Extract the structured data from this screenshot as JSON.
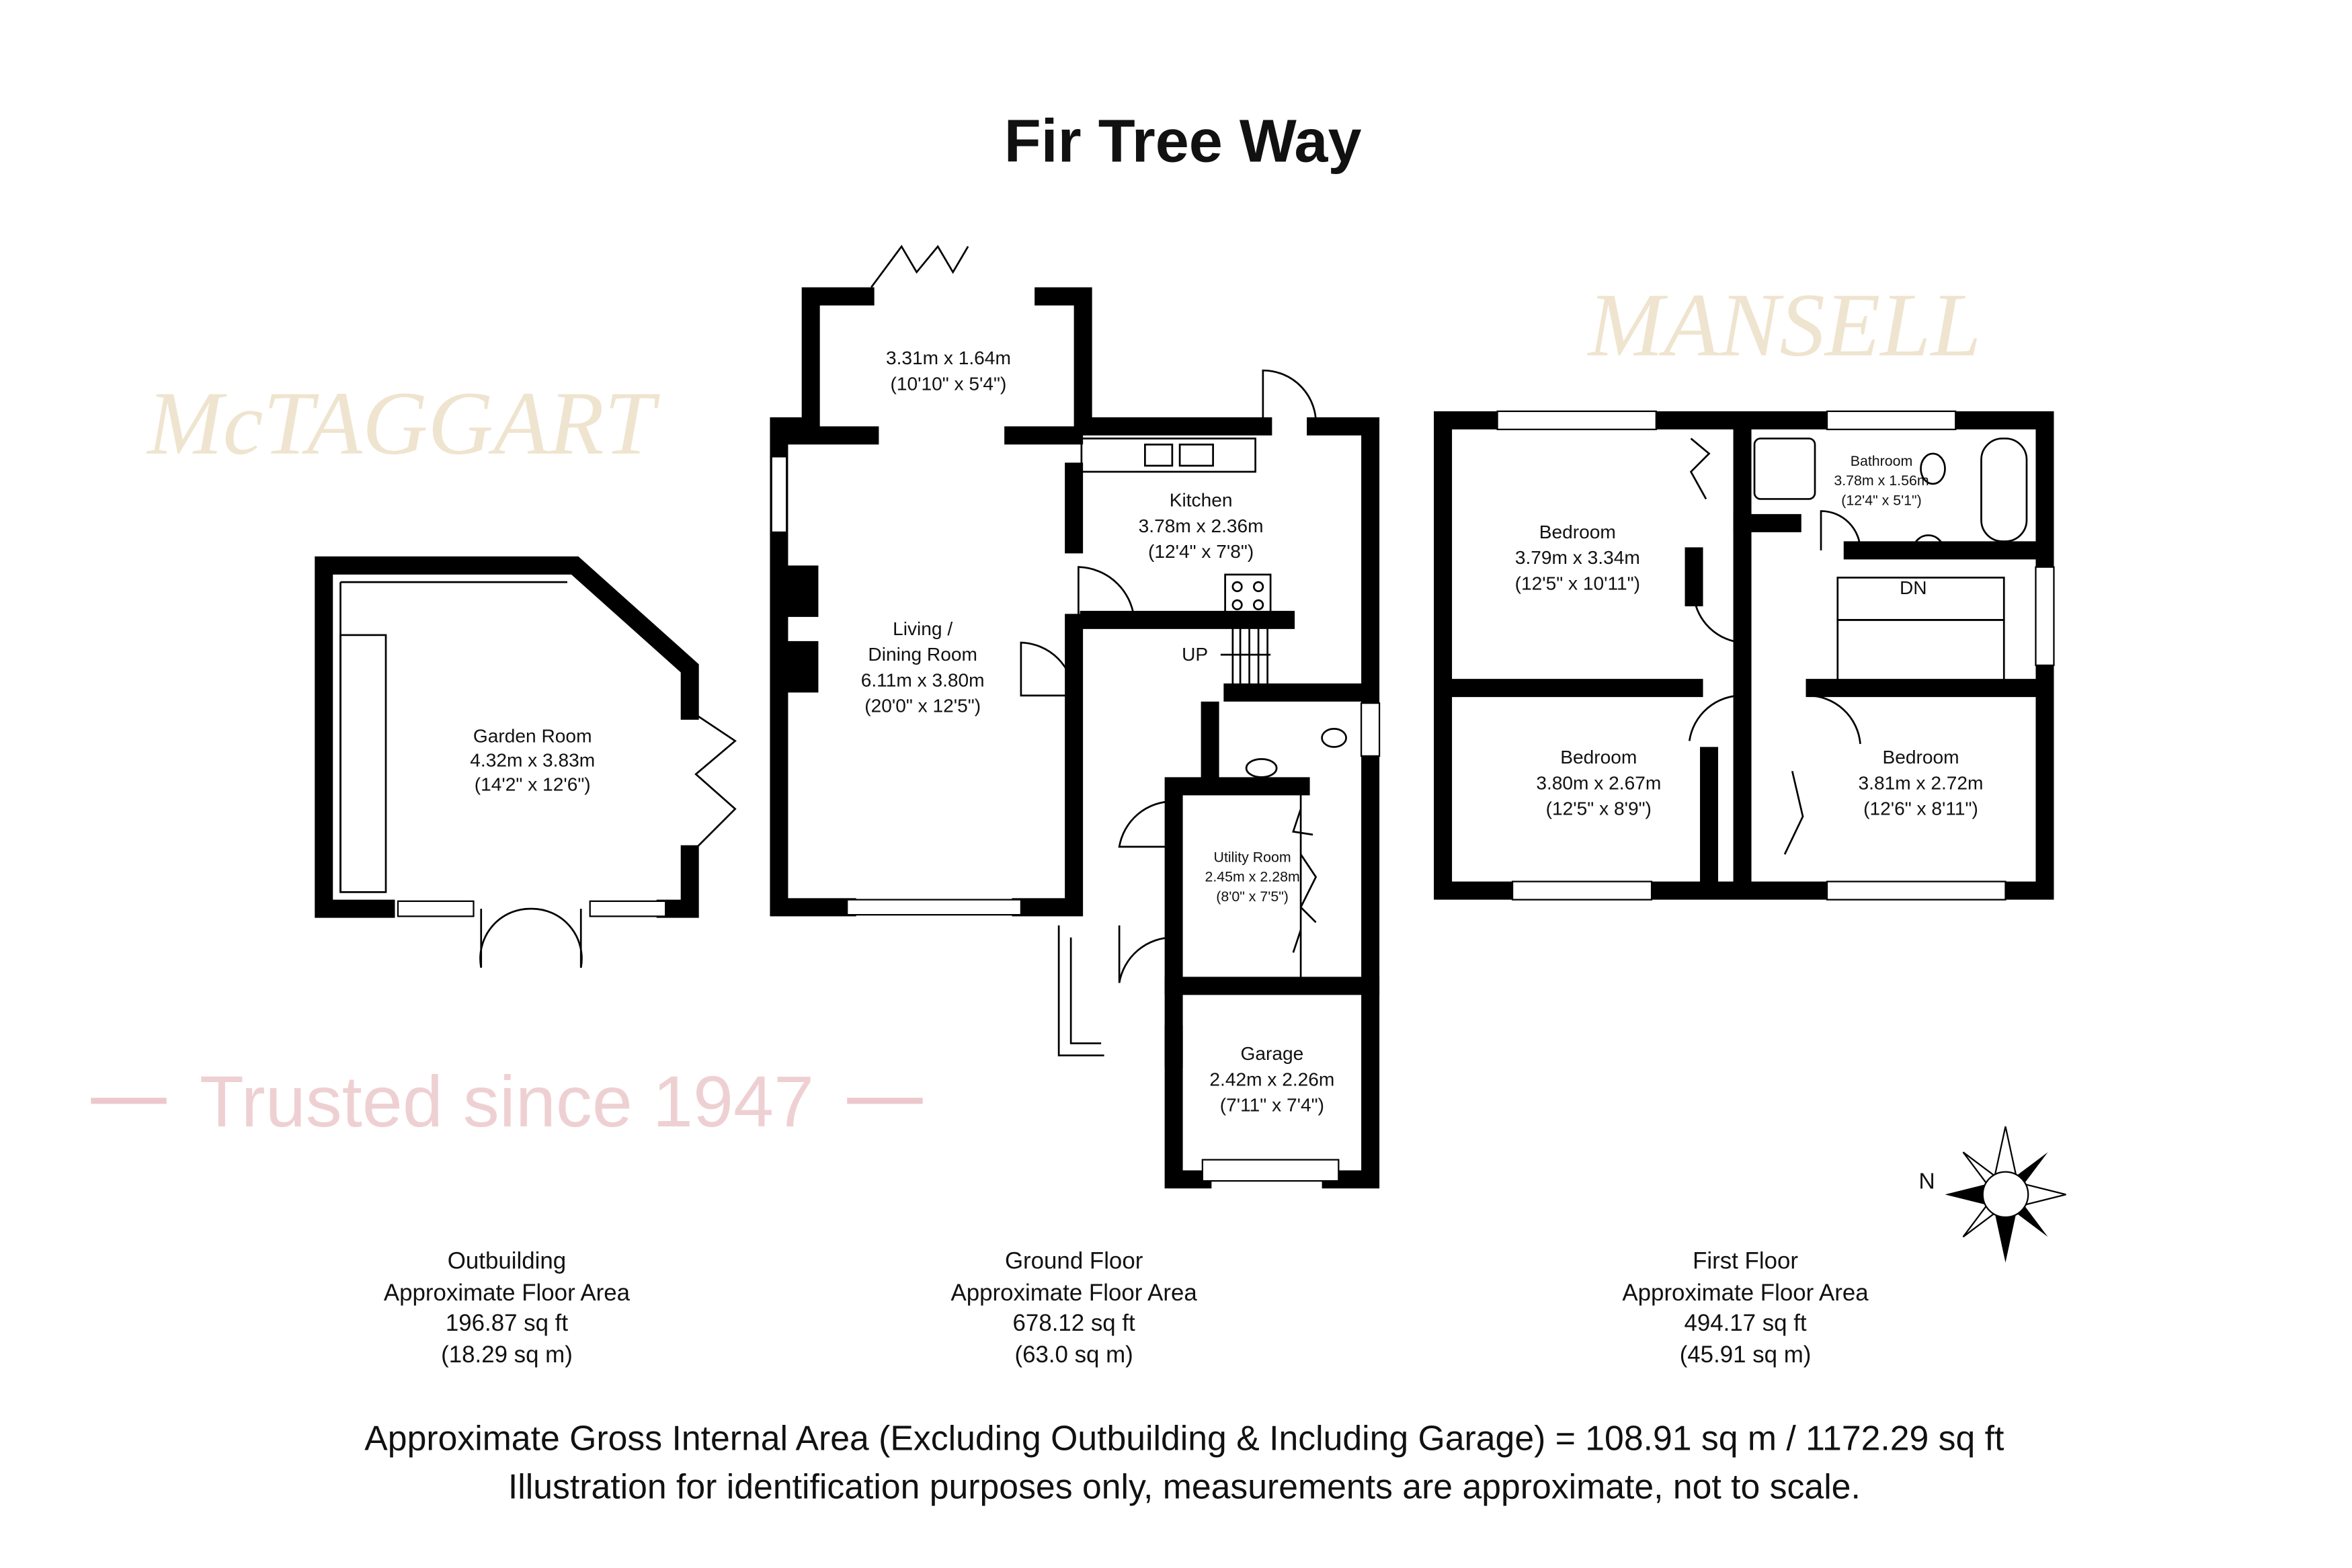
{
  "title": "Fir Tree Way",
  "watermark": {
    "line1": "MANSELL",
    "line2": "McTAGGART",
    "tagline": "Trusted since 1947"
  },
  "rooms": {
    "garden_room": {
      "name": "Garden Room",
      "metric": "4.32m x 3.83m",
      "imperial": "(14'2\" x 12'6\")"
    },
    "extension": {
      "metric": "3.31m x 1.64m",
      "imperial": "(10'10\" x 5'4\")"
    },
    "living": {
      "name1": "Living  /",
      "name2": "Dining Room",
      "metric": "6.11m x 3.80m",
      "imperial": "(20'0\" x 12'5\")"
    },
    "kitchen": {
      "name": "Kitchen",
      "metric": "3.78m x 2.36m",
      "imperial": "(12'4\" x 7'8\")"
    },
    "utility": {
      "name": "Utility Room",
      "metric": "2.45m x 2.28m",
      "imperial": "(8'0\" x 7'5\")"
    },
    "garage": {
      "name": "Garage",
      "metric": "2.42m x 2.26m",
      "imperial": "(7'11\" x 7'4\")"
    },
    "bedroom1": {
      "name": "Bedroom",
      "metric": "3.79m x 3.34m",
      "imperial": "(12'5\" x 10'11\")"
    },
    "bathroom": {
      "name": "Bathroom",
      "metric": "3.78m x 1.56m",
      "imperial": "(12'4\" x 5'1\")"
    },
    "bedroom2": {
      "name": "Bedroom",
      "metric": "3.80m x 2.67m",
      "imperial": "(12'5\" x 8'9\")"
    },
    "bedroom3": {
      "name": "Bedroom",
      "metric": "3.81m x 2.72m",
      "imperial": "(12'6\" x 8'11\")"
    }
  },
  "stairs": {
    "up": "UP",
    "down": "DN"
  },
  "compass": {
    "north": "N"
  },
  "areas": [
    {
      "name": "Outbuilding",
      "label": "Approximate Floor Area",
      "sqft": "196.87 sq ft",
      "sqm": "(18.29 sq m)"
    },
    {
      "name": "Ground Floor",
      "label": "Approximate Floor Area",
      "sqft": "678.12 sq ft",
      "sqm": "(63.0 sq m)"
    },
    {
      "name": "First Floor",
      "label": "Approximate Floor Area",
      "sqft": "494.17 sq ft",
      "sqm": "(45.91 sq m)"
    }
  ],
  "footer": {
    "gross": "Approximate Gross Internal Area (Excluding Outbuilding & Including Garage) = 108.91 sq m / 1172.29 sq ft",
    "disclaimer": "Illustration for identification purposes only, measurements are approximate, not to scale."
  }
}
